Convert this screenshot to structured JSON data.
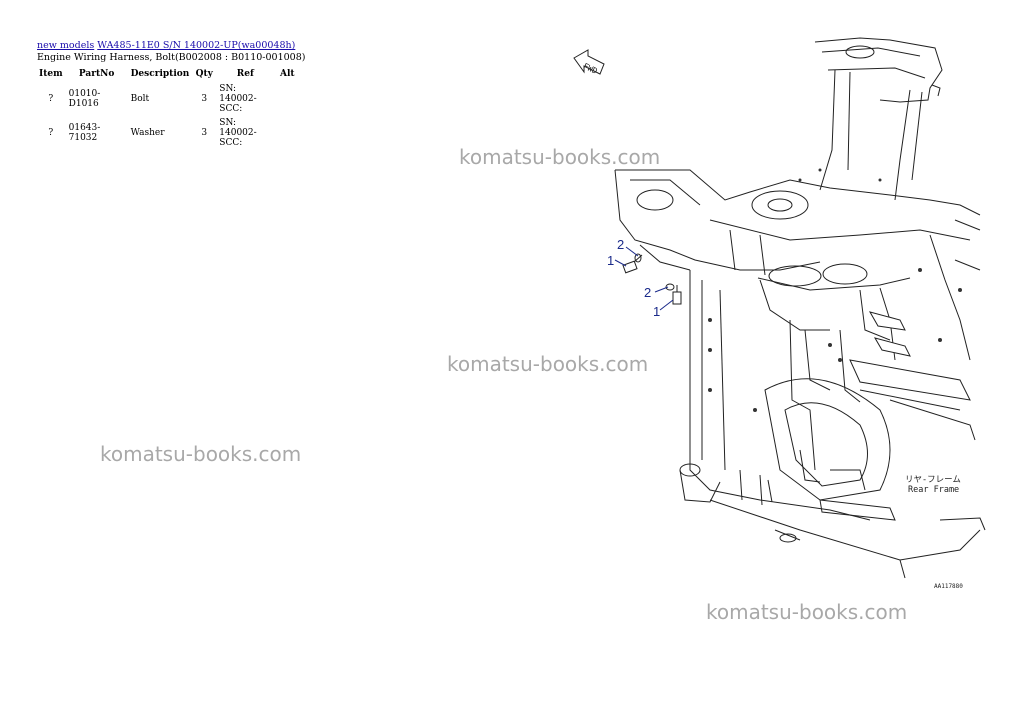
{
  "breadcrumb": {
    "link_models": "new models",
    "link_model": "WA485-11E0 S/N 140002-UP(wa00048h)"
  },
  "page_title": "Engine Wiring Harness, Bolt(B002008 : B0110-001008)",
  "table": {
    "headers": [
      "Item",
      "PartNo",
      "Description",
      "Qty",
      "Ref",
      "Alt"
    ],
    "rows": [
      {
        "item": "?",
        "part_no": "01010-D1016",
        "description": "Bolt",
        "qty": "3",
        "ref": "SN: 140002-SCC:",
        "alt": ""
      },
      {
        "item": "?",
        "part_no": "01643-71032",
        "description": "Washer",
        "qty": "3",
        "ref": "SN: 140002-SCC:",
        "alt": ""
      }
    ]
  },
  "watermark": "komatsu-books.com",
  "diagram": {
    "fwd_label": "FWD",
    "callouts": [
      "2",
      "1",
      "2",
      "1"
    ],
    "frame_label_jp": "リヤ-フレーム",
    "frame_label_en": "Rear Frame",
    "drawing_code": "AA117880"
  }
}
